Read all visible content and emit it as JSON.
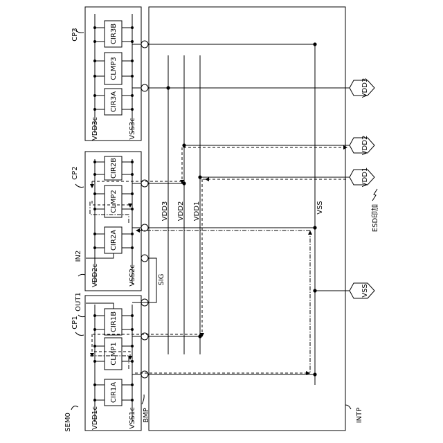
{
  "labels": {
    "sem0": "SEM0",
    "intp": "INTP",
    "bmp": "BMP",
    "sig": "SIG",
    "in2": "IN2",
    "out1": "OUT1",
    "esd": "ESD印加",
    "vss_rail": "VSS"
  },
  "chips": [
    {
      "name": "CP1",
      "vdd": "VDD1c",
      "vss": "VSS1c",
      "blocks": [
        "CIR1A",
        "CLMP1",
        "CIR1B"
      ]
    },
    {
      "name": "CP2",
      "vdd": "VDD2c",
      "vss": "VSS2c",
      "blocks": [
        "CIR2A",
        "CLMP2",
        "CIR2B"
      ]
    },
    {
      "name": "CP3",
      "vdd": "VDD3c",
      "vss": "VSS3c",
      "blocks": [
        "CIR3A",
        "CLMP3",
        "CIR3B"
      ]
    }
  ],
  "rails": [
    "VDD3",
    "VDD2",
    "VDD1"
  ],
  "terminals": [
    "VDD3",
    "VDD2",
    "VDD1",
    "VSS"
  ]
}
